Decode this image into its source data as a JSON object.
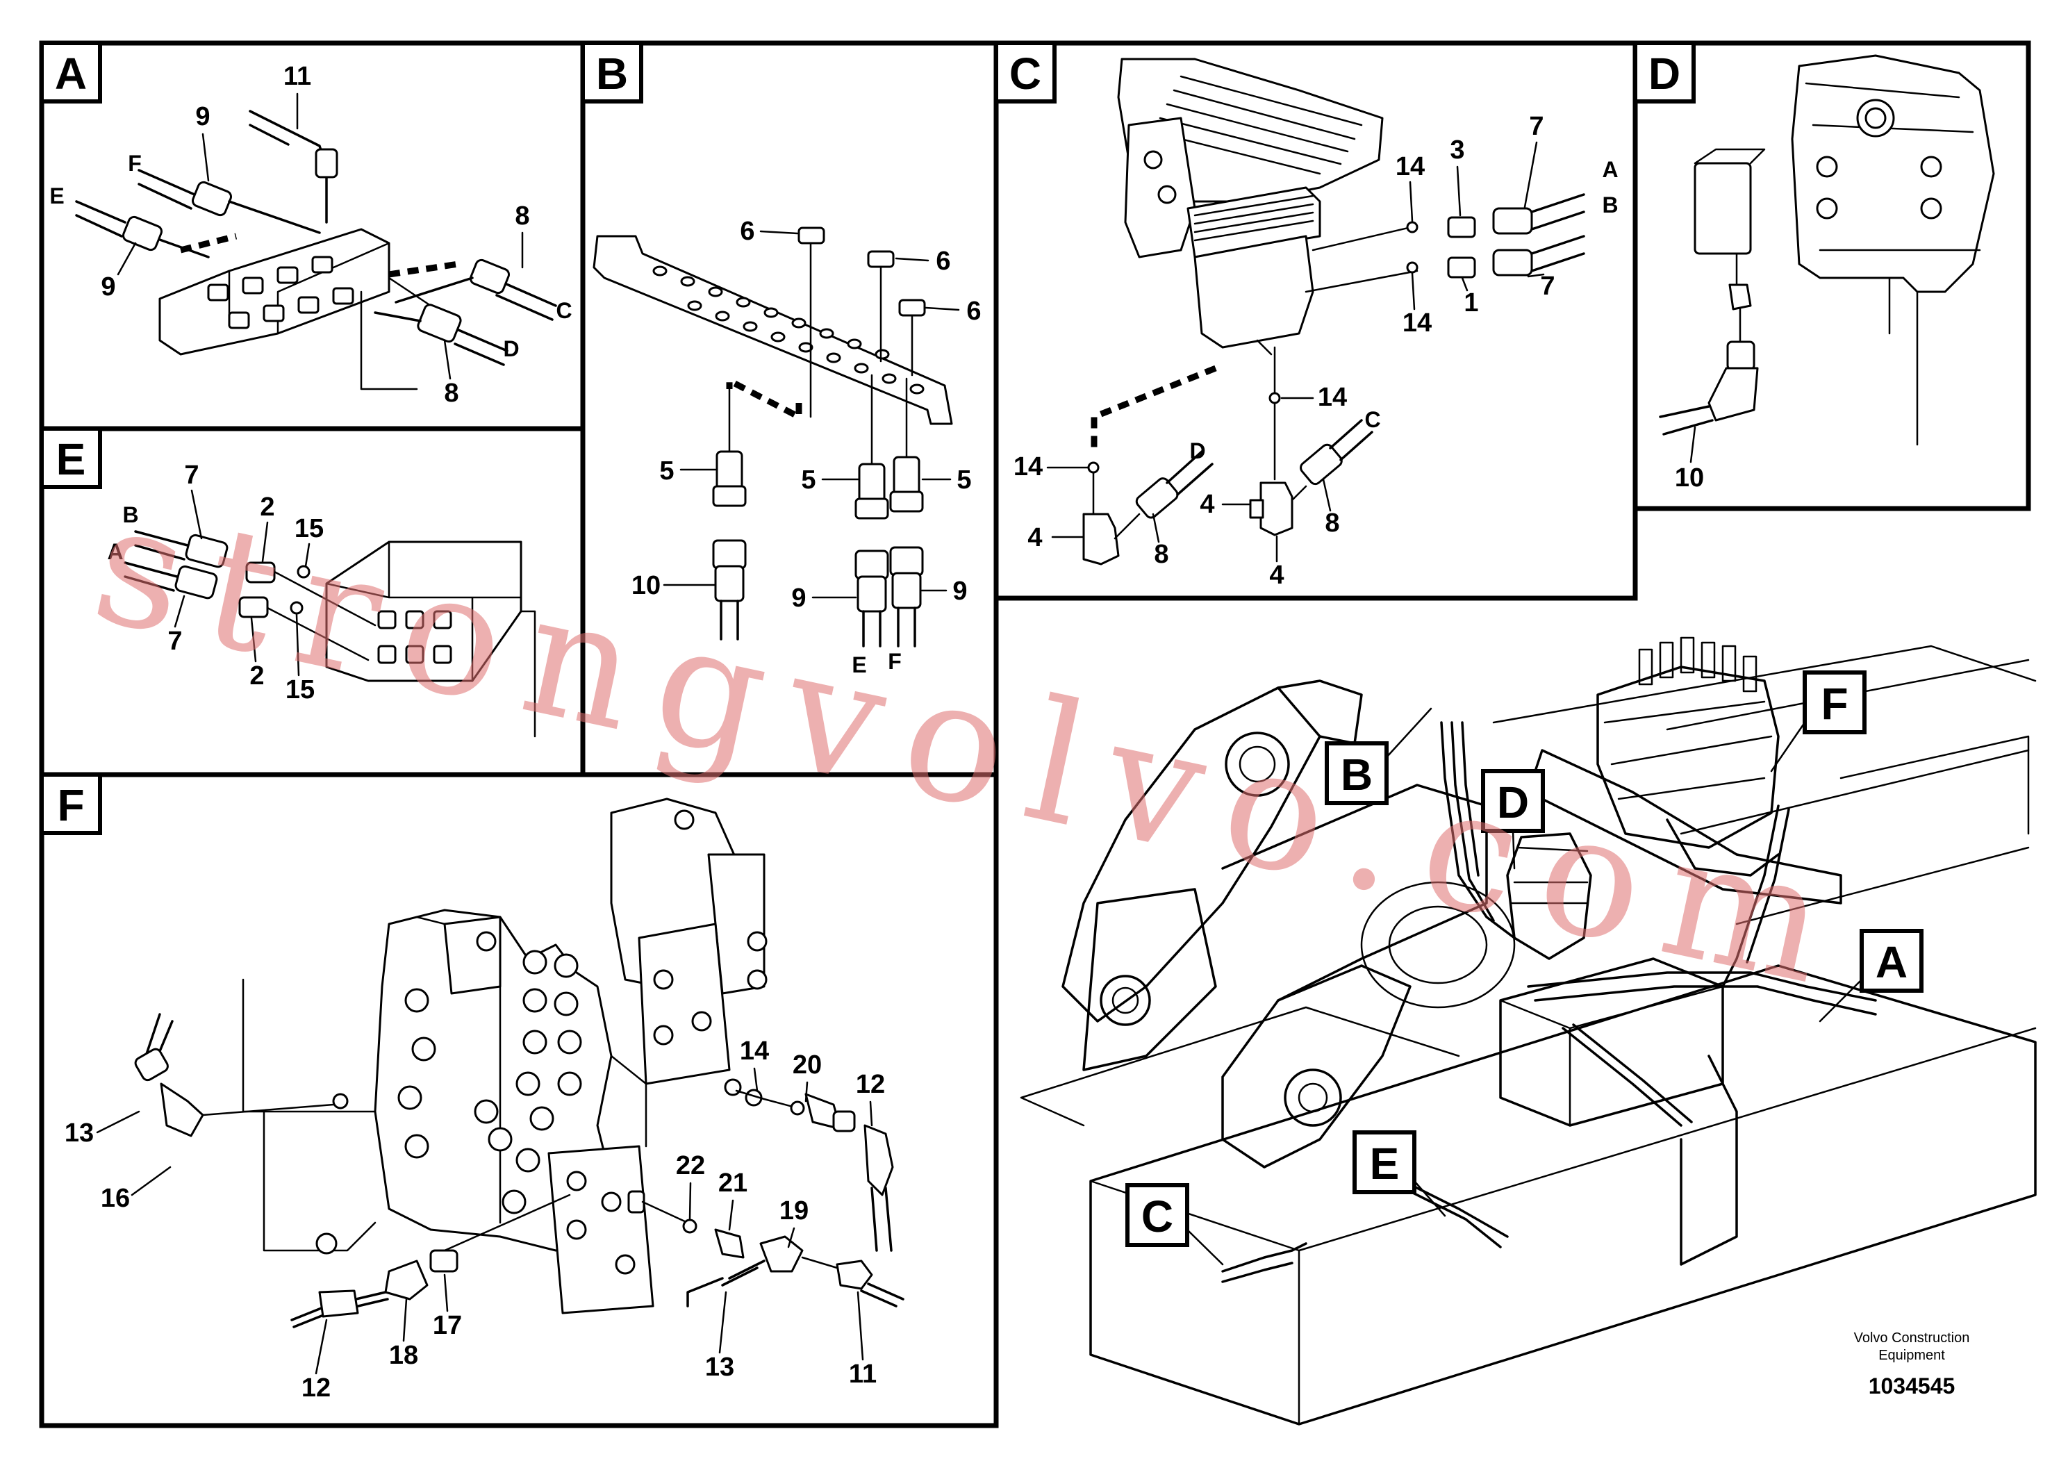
{
  "panels": [
    {
      "id": "A",
      "callouts": [
        "11",
        "9",
        "F",
        "E",
        "9",
        "8",
        "C",
        "D",
        "8"
      ]
    },
    {
      "id": "B",
      "callouts": [
        "6",
        "6",
        "6",
        "5",
        "5",
        "5",
        "10",
        "9",
        "9",
        "E",
        "F"
      ]
    },
    {
      "id": "C",
      "callouts": [
        "14",
        "3",
        "7",
        "A",
        "B",
        "7",
        "1",
        "14",
        "14",
        "14",
        "D",
        "C",
        "4",
        "4",
        "8",
        "8",
        "4"
      ]
    },
    {
      "id": "D",
      "callouts": [
        "10"
      ]
    },
    {
      "id": "E",
      "callouts": [
        "7",
        "B",
        "2",
        "15",
        "A",
        "7",
        "2",
        "15"
      ]
    },
    {
      "id": "F",
      "callouts": [
        "13",
        "16",
        "14",
        "20",
        "12",
        "22",
        "21",
        "19",
        "12",
        "18",
        "17",
        "13",
        "11"
      ]
    }
  ],
  "overview_callouts": [
    "B",
    "D",
    "F",
    "A",
    "E",
    "C"
  ],
  "footer": {
    "company_line1": "Volvo Construction",
    "company_line2": "Equipment",
    "drawing_number": "1034545"
  },
  "watermark": "strongvolvo.com"
}
